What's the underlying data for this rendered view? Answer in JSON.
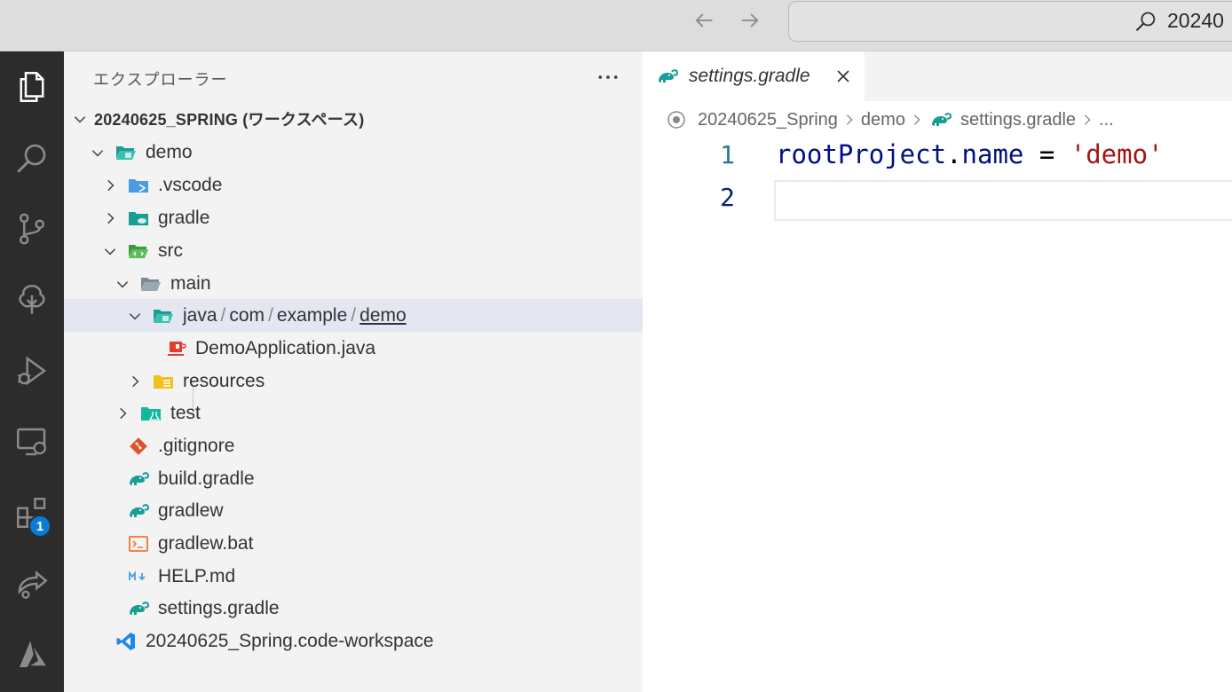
{
  "titlebar": {
    "search_text": "20240"
  },
  "activity": {
    "extensions_badge": "1"
  },
  "sidebar": {
    "title": "エクスプローラー",
    "root_label": "20240625_SPRING (ワークスペース)",
    "items": [
      {
        "label": "demo"
      },
      {
        "label": ".vscode"
      },
      {
        "label": "gradle"
      },
      {
        "label": "src"
      },
      {
        "label": "main"
      },
      {
        "label": "resources"
      },
      {
        "label": "test"
      },
      {
        "label": ".gitignore"
      },
      {
        "label": "build.gradle"
      },
      {
        "label": "gradlew"
      },
      {
        "label": "gradlew.bat"
      },
      {
        "label": "HELP.md"
      },
      {
        "label": "settings.gradle"
      },
      {
        "label": "20240625_Spring.code-workspace"
      }
    ],
    "compact_path": {
      "seg1": "java",
      "seg2": "com",
      "seg3": "example",
      "seg4": "demo",
      "separator": "/"
    },
    "demo_app": "DemoApplication.java"
  },
  "editor": {
    "tab_label": "settings.gradle",
    "breadcrumb": {
      "workspace": "20240625_Spring",
      "folder": "demo",
      "file": "settings.gradle",
      "ellipsis": "..."
    },
    "lines": [
      {
        "number": "1",
        "ident": "rootProject",
        "dot": ".",
        "prop": "name",
        "op": " = ",
        "string": "'demo'"
      },
      {
        "number": "2"
      }
    ]
  },
  "colors": {
    "accent_badge": "#0a7ad4",
    "code_identifier": "#001080",
    "code_string": "#a31515",
    "line_number_active": "#0b216f",
    "line_number": "#237893"
  }
}
